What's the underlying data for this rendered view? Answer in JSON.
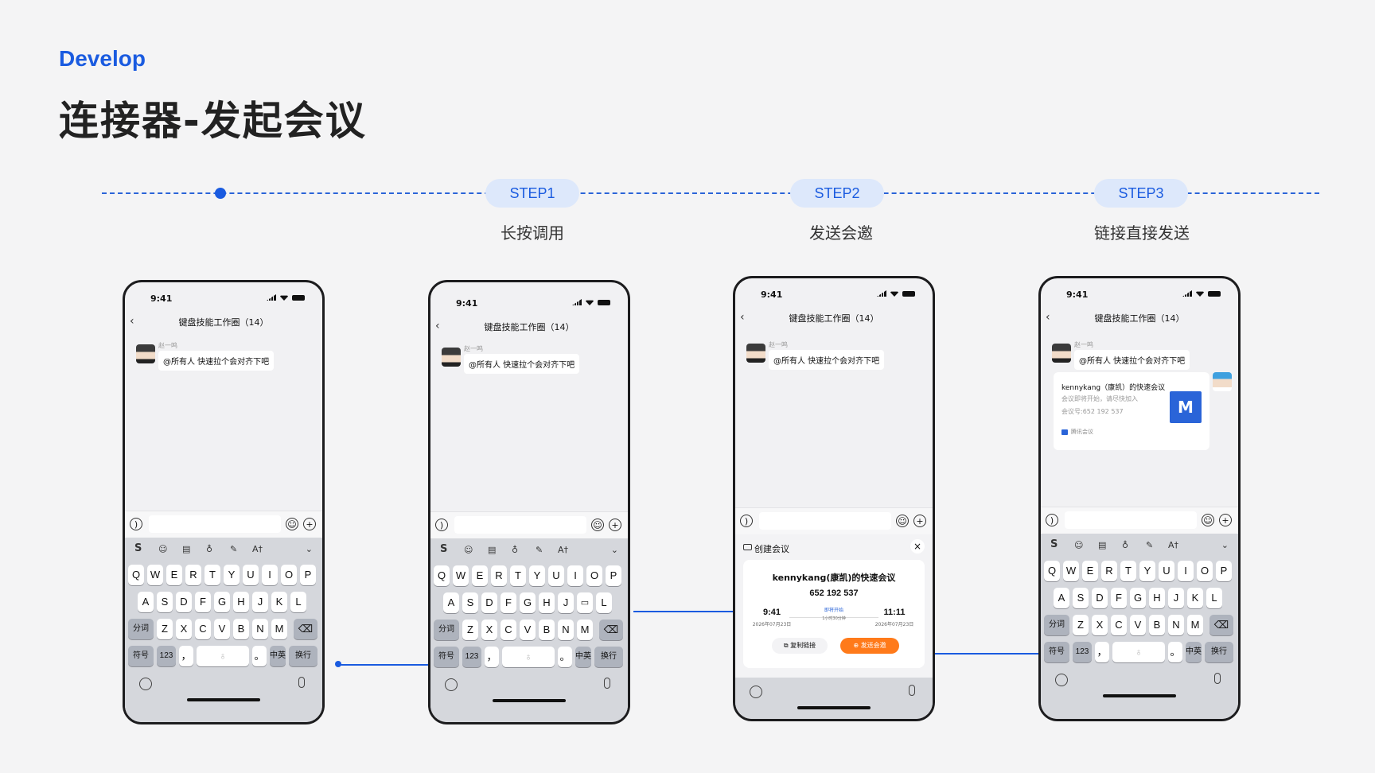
{
  "header": {
    "kicker": "Develop",
    "title": "连接器-发起会议"
  },
  "steps": [
    {
      "label": "STEP1",
      "caption": "长按调用"
    },
    {
      "label": "STEP2",
      "caption": "发送会邀"
    },
    {
      "label": "STEP3",
      "caption": "链接直接发送"
    }
  ],
  "phone": {
    "time": "9:41",
    "chat_title": "键盘技能工作圈（14）",
    "sender": "赵一鸣",
    "message": "@所有人 快速拉个会对齐下吧",
    "toolbar_s": "S",
    "toolbar_text": "A†",
    "keys": {
      "row1": [
        "Q",
        "W",
        "E",
        "R",
        "T",
        "Y",
        "U",
        "I",
        "O",
        "P"
      ],
      "row2": [
        "A",
        "S",
        "D",
        "F",
        "G",
        "H",
        "J",
        "K",
        "L"
      ],
      "row3": [
        "Z",
        "X",
        "C",
        "V",
        "B",
        "N",
        "M"
      ],
      "shift_label": "分词",
      "symbols_label": "符号",
      "numbers_label": "123",
      "comma": "，",
      "period": "。",
      "cn_en": "中英",
      "return_label": "换行",
      "delete_label": "⌫"
    }
  },
  "meeting_panel": {
    "header": "创建会议",
    "title": "kennykang(康凯)的快速会议",
    "meeting_id": "652 192 537",
    "start_time": "9:41",
    "start_date": "2026年07月23日",
    "status": "即将开始",
    "duration": "1小时30分钟",
    "end_time": "11:11",
    "end_date": "2026年07月23日",
    "copy_label": "复制链接",
    "send_label": "发送会邀"
  },
  "meeting_card": {
    "title": "kennykang（康凯）的快速会议",
    "subtitle": "会议即将开始，请尽快加入",
    "meeting_id": "会议号:652 192 537",
    "brand": "腾讯会议"
  },
  "colors": {
    "accent": "#1a5be0",
    "send": "#ff7a1a"
  }
}
